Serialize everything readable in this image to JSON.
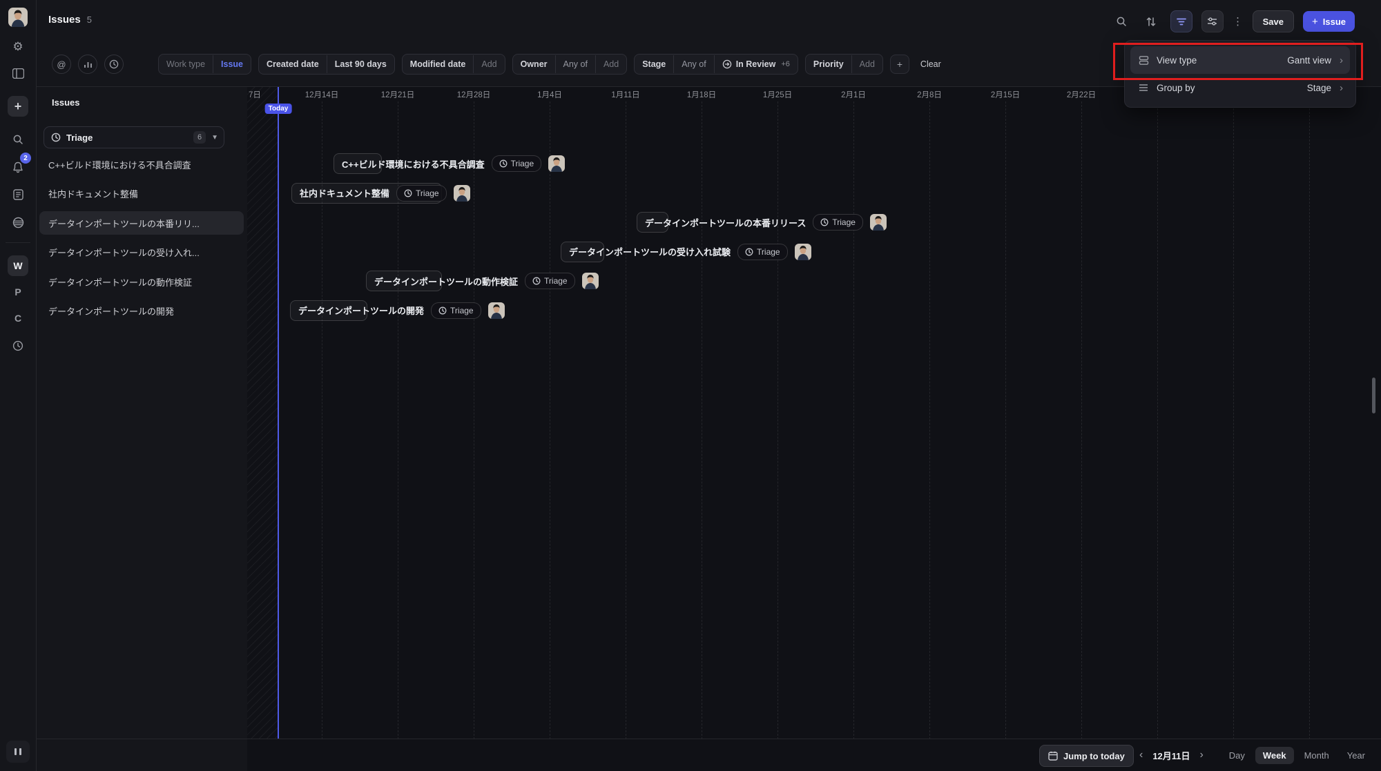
{
  "topbar": {
    "title": "Issues",
    "count": "5",
    "save": "Save",
    "new_issue": "Issue"
  },
  "filter_bar": {
    "work_type": {
      "label": "Work type",
      "value": "Issue"
    },
    "created": {
      "label": "Created date",
      "value": "Last 90 days"
    },
    "modified": {
      "label": "Modified date",
      "action": "Add"
    },
    "owner": {
      "label": "Owner",
      "operator": "Any of",
      "action": "Add"
    },
    "stage": {
      "label": "Stage",
      "operator": "Any of",
      "value": "In Review",
      "extra": "+6"
    },
    "priority": {
      "label": "Priority",
      "action": "Add"
    },
    "add": "+",
    "clear": "Clear"
  },
  "rail": {
    "notification_count": "2",
    "workspaces": [
      "W",
      "P",
      "C"
    ]
  },
  "view_menu": {
    "view_type": {
      "label": "View type",
      "value": "Gantt view"
    },
    "group_by": {
      "label": "Group by",
      "value": "Stage"
    }
  },
  "issues_panel": {
    "title": "Issues",
    "group": {
      "name": "Triage",
      "count": "6"
    },
    "items": [
      "C++ビルド環境における不具合調査",
      "社内ドキュメント整備",
      "データインポートツールの本番リリ...",
      "データインポートツールの受け入れ...",
      "データインポートツールの動作検証",
      "データインポートツールの開発"
    ]
  },
  "gantt": {
    "today_label": "Today",
    "dates": [
      "7日",
      "12月14日",
      "12月21日",
      "12月28日",
      "1月4日",
      "1月11日",
      "1月18日",
      "1月25日",
      "2月1日",
      "2月8日",
      "2月15日",
      "2月22日"
    ],
    "rows": [
      {
        "title": "C++ビルド環境における不具合調査",
        "badge": "Triage"
      },
      {
        "title": "社内ドキュメント整備",
        "badge": "Triage"
      },
      {
        "title": "データインポートツールの本番リリース",
        "badge": "Triage"
      },
      {
        "title": "データインポートツールの受け入れ試験",
        "badge": "Triage"
      },
      {
        "title": "データインポートツールの動作検証",
        "badge": "Triage"
      },
      {
        "title": "データインポートツールの開発",
        "badge": "Triage"
      }
    ]
  },
  "bottom_bar": {
    "jump": "Jump to today",
    "prev": "‹",
    "current": "12月11日",
    "next": "›",
    "zoom": [
      "Day",
      "Week",
      "Month",
      "Year"
    ],
    "active_zoom": "Week"
  },
  "colors": {
    "accent_blue": "#4a52e0",
    "today_line": "#4f5ae8",
    "annotation_red": "#e01e1e"
  }
}
